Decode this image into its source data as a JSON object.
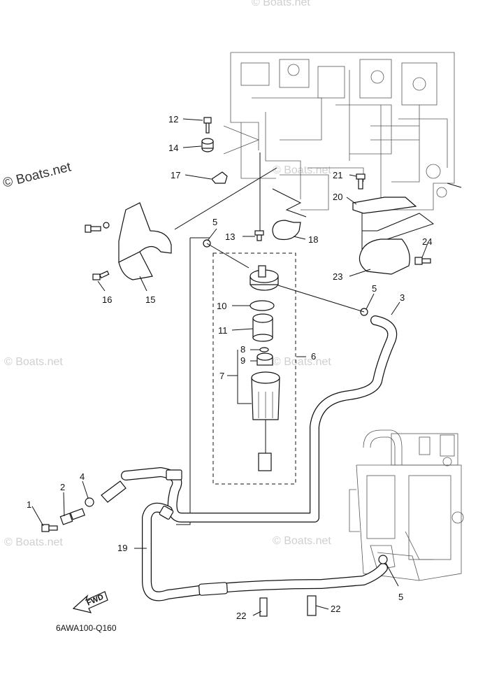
{
  "watermarks": {
    "main": "© Boats.net",
    "faint": "© Boats.net"
  },
  "diagram_code": "6AWA100-Q160",
  "fwd_label": "FWD",
  "callouts": {
    "c1": "1",
    "c2": "2",
    "c3": "3",
    "c4": "4",
    "c5a": "5",
    "c5b": "5",
    "c5c": "5",
    "c6": "6",
    "c7": "7",
    "c8": "8",
    "c9": "9",
    "c10": "10",
    "c11": "11",
    "c12": "12",
    "c13": "13",
    "c14": "14",
    "c15": "15",
    "c16": "16",
    "c17": "17",
    "c18": "18",
    "c19": "19",
    "c20": "20",
    "c21": "21",
    "c22a": "22",
    "c22b": "22",
    "c23": "23",
    "c24": "24"
  }
}
